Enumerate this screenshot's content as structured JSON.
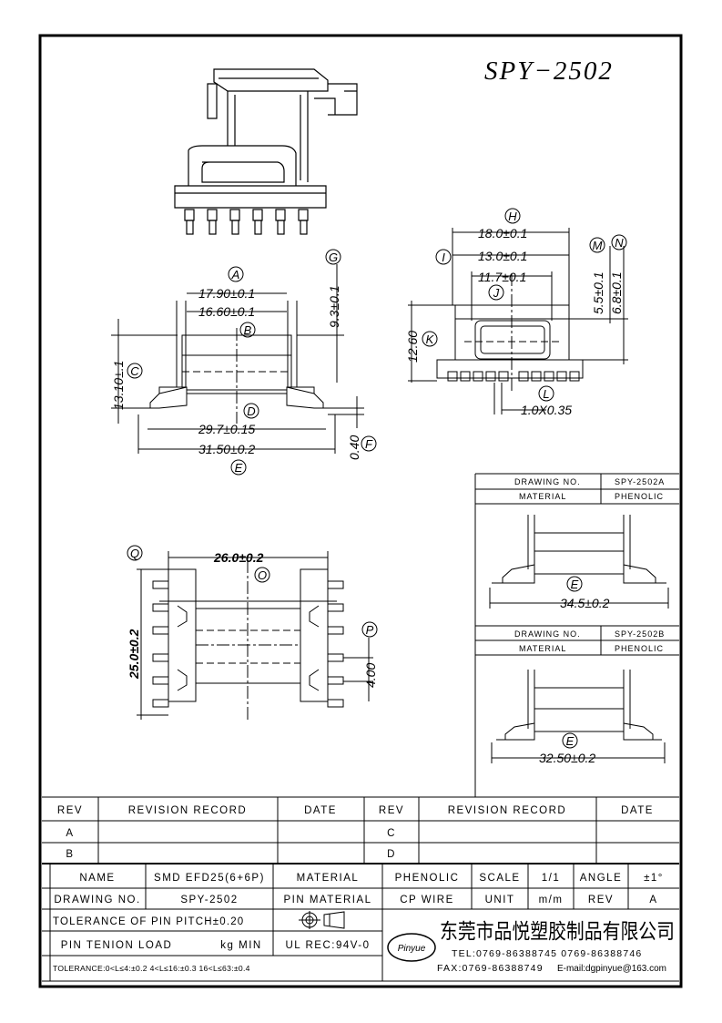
{
  "title": "SPY−2502",
  "views": {
    "side": {
      "dims": {
        "A": "17.90±0.1",
        "A2": "16.60±0.1",
        "D": "29.7±0.15",
        "E": "31.50±0.2",
        "C_height": "13.10±.1",
        "G": "9.3±0.1",
        "F": "0.40"
      },
      "labels": [
        "A",
        "B",
        "C",
        "D",
        "E",
        "F",
        "G"
      ]
    },
    "front": {
      "dims": {
        "H": "18.0±0.1",
        "I": "13.0±0.1",
        "J": "11.7±0.1",
        "M": "5.5±0.1",
        "N": "6.8±0.1",
        "K": "12.60",
        "L": "1.0X0.35"
      },
      "labels": [
        "H",
        "I",
        "J",
        "K",
        "L",
        "M",
        "N"
      ]
    },
    "bottom": {
      "dims": {
        "O": "26.0±0.2",
        "Q": "25.0±0.2",
        "P": "4.00"
      },
      "labels": [
        "O",
        "P",
        "Q"
      ]
    }
  },
  "variant_a": {
    "drawing_no_label": "DRAWING NO.",
    "drawing_no": "SPY-2502A",
    "material_label": "MATERIAL",
    "material": "PHENOLIC",
    "dim": "34.5±0.2",
    "label": "E"
  },
  "variant_b": {
    "drawing_no_label": "DRAWING NO.",
    "drawing_no": "SPY-2502B",
    "material_label": "MATERIAL",
    "material": "PHENOLIC",
    "dim": "32.50±0.2",
    "label": "E"
  },
  "revisions": {
    "headers": [
      "REV",
      "REVISION RECORD",
      "DATE",
      "REV",
      "REVISION RECORD",
      "DATE"
    ],
    "rows": [
      [
        "A",
        "",
        "",
        "C",
        "",
        ""
      ],
      [
        "B",
        "",
        "",
        "D",
        "",
        ""
      ]
    ]
  },
  "title_block": {
    "name_label": "NAME",
    "name": "SMD EFD25(6+6P)",
    "material_label": "MATERIAL",
    "material": "PHENOLIC",
    "scale_label": "SCALE",
    "scale": "1/1",
    "angle_label": "ANGLE",
    "angle": "±1°",
    "drawing_no_label": "DRAWING NO.",
    "drawing_no": "SPY-2502",
    "pin_material_label": "PIN MATERIAL",
    "pin_material": "CP WIRE",
    "unit_label": "UNIT",
    "unit": "m/m",
    "rev_label": "REV",
    "rev": "A",
    "tolerance_pitch": "TOLERANCE OF PIN PITCH±0.20",
    "pin_tension": "PIN TENION LOAD",
    "pin_tension_unit": "kg MIN",
    "ul": "UL REC:94V-0",
    "tolerance_general": "TOLERANCE:0<L≤4:±0.2  4<L≤16:±0.3  16<L≤63:±0.4",
    "logo_text": "Pinyue",
    "company": "东莞市品悦塑胶制品有限公司",
    "tel": "TEL:0769-86388745    0769-86388746",
    "fax": "FAX:0769-86388749",
    "email": "E-mail:dgpinyue@163.com"
  }
}
